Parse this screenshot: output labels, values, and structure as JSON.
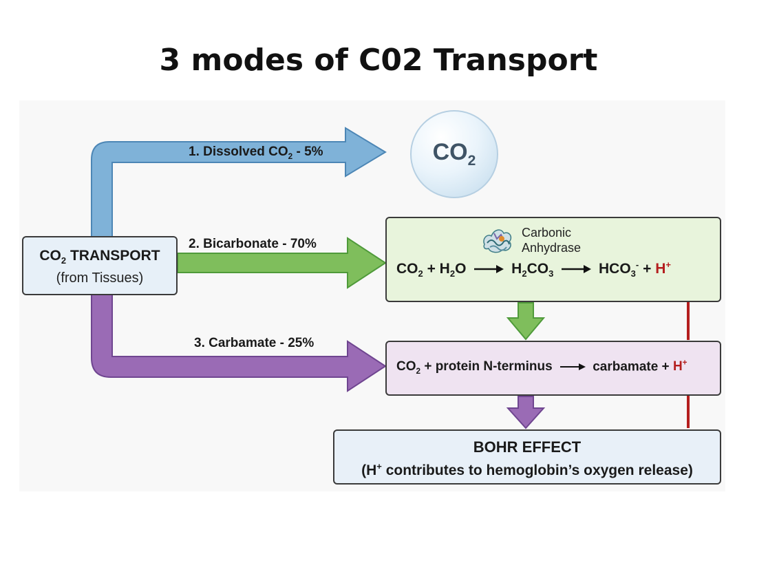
{
  "title": "3 modes of C02 Transport",
  "source": {
    "title_html": "CO<sub>2</sub> TRANSPORT",
    "subtitle": "(from Tissues)"
  },
  "paths": {
    "dissolved_html": "1. Dissolved CO<sub>2</sub> - 5%",
    "bicarbonate": "2. Bicarbonate - 70%",
    "carbamate": "3. Carbamate - 25%"
  },
  "bubble_html": "CO<sub>2</sub>",
  "bicarbonate_box": {
    "enzyme_line1": "Carbonic",
    "enzyme_line2": "Anhydrase",
    "enzyme_icon": "protein-structure-icon",
    "reactant_html": "CO<sub>2</sub> + H<sub>2</sub>O",
    "intermediate_html": "H<sub>2</sub>CO<sub>3</sub>",
    "products_html": "HCO<sub>3</sub><sup>-</sup> + <span class=\"red\">H<sup>+</sup></span>"
  },
  "carbamate_box": {
    "reactant_html": "CO<sub>2</sub> + protein N-terminus",
    "products_html": "carbamate + <span class=\"red\">H<sup>+</sup></span>"
  },
  "bohr": {
    "title": "BOHR EFFECT",
    "subtitle_html": "(H<sup>+</sup> contributes to hemoglobin’s oxygen release)"
  },
  "colors": {
    "dissolved": "#7fb2d8",
    "bicarbonate": "#7fbe5c",
    "carbamate": "#9a6bb5",
    "proton": "#b41e1e"
  }
}
